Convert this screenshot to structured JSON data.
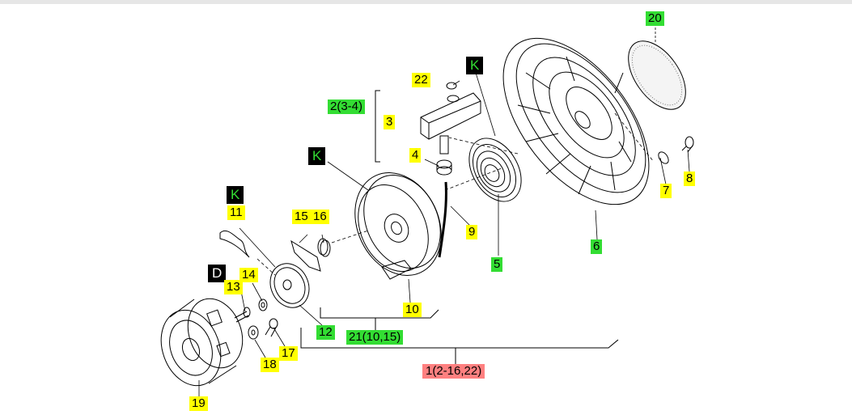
{
  "diagram": {
    "callouts": {
      "c20": {
        "text": "20",
        "color": "#33dd33"
      },
      "c22": {
        "text": "22",
        "color": "#ffff00"
      },
      "kTop": {
        "text": "K",
        "color": "#000000"
      },
      "c2": {
        "text": "2(3-4)",
        "color": "#33dd33"
      },
      "c3": {
        "text": "3",
        "color": "#ffff00"
      },
      "c4": {
        "text": "4",
        "color": "#ffff00"
      },
      "kMid": {
        "text": "K",
        "color": "#000000"
      },
      "kLeft": {
        "text": "K",
        "color": "#000000"
      },
      "c11": {
        "text": "11",
        "color": "#ffff00"
      },
      "c15": {
        "text": "15",
        "color": "#ffff00"
      },
      "c16": {
        "text": "16",
        "color": "#ffff00"
      },
      "dTag": {
        "text": "D",
        "color": "#000000"
      },
      "c14": {
        "text": "14",
        "color": "#ffff00"
      },
      "c13": {
        "text": "13",
        "color": "#ffff00"
      },
      "c9": {
        "text": "9",
        "color": "#ffff00"
      },
      "c5": {
        "text": "5",
        "color": "#33dd33"
      },
      "c6": {
        "text": "6",
        "color": "#33dd33"
      },
      "c7": {
        "text": "7",
        "color": "#ffff00"
      },
      "c8": {
        "text": "8",
        "color": "#ffff00"
      },
      "c10": {
        "text": "10",
        "color": "#ffff00"
      },
      "c12": {
        "text": "12",
        "color": "#33dd33"
      },
      "c21": {
        "text": "21(10,15)",
        "color": "#33dd33"
      },
      "c17": {
        "text": "17",
        "color": "#ffff00"
      },
      "c18": {
        "text": "18",
        "color": "#ffff00"
      },
      "c1": {
        "text": "1(2-16,22)",
        "color": "#ff8080"
      },
      "c19": {
        "text": "19",
        "color": "#ffff00"
      }
    }
  }
}
